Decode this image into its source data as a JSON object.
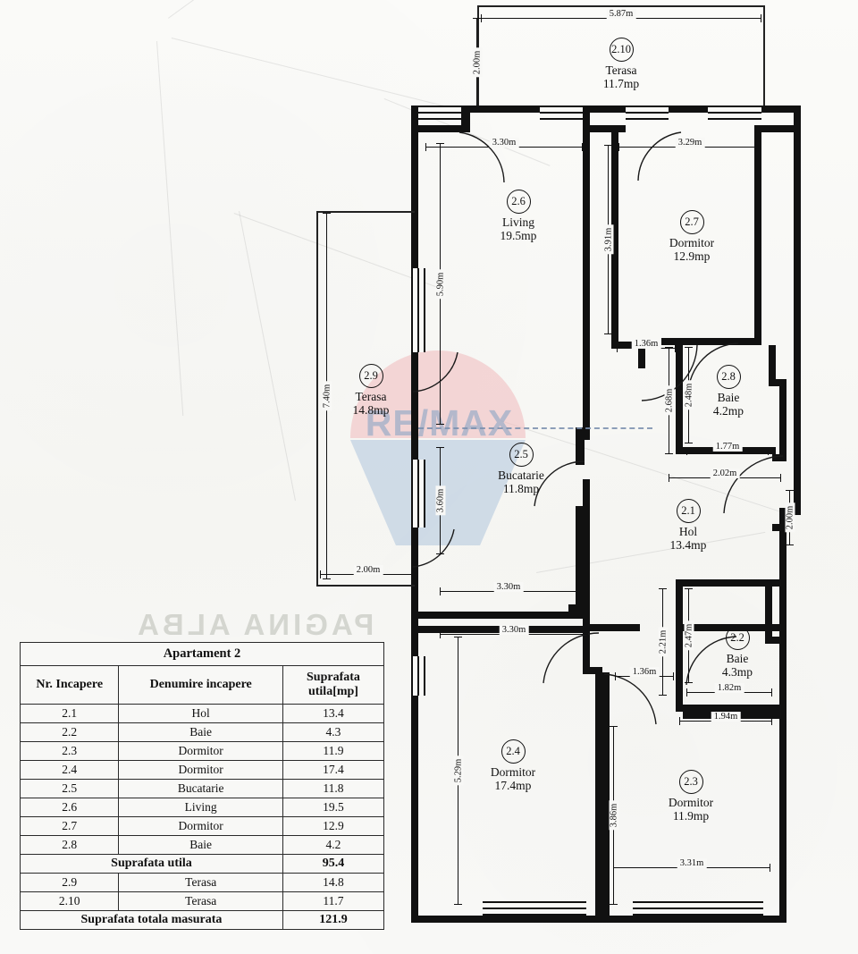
{
  "document": {
    "type": "floor-plan",
    "watermark_primary": "RE/MAX",
    "watermark_secondary": "PAGINA ALBA",
    "brand_colors": {
      "red": "#f0b9bc",
      "blue": "#aec4dd",
      "text": "#8fa7c6"
    }
  },
  "table": {
    "title": "Apartament 2",
    "headers": {
      "nr": "Nr. Incapere",
      "denumire": "Denumire incapere",
      "suprafata": "Suprafata utila[mp]",
      "suprafata_line1": "Suprafata",
      "suprafata_line2": "utila[mp]"
    },
    "rows": [
      {
        "nr": "2.1",
        "denumire": "Hol",
        "suprafata": "13.4"
      },
      {
        "nr": "2.2",
        "denumire": "Baie",
        "suprafata": "4.3"
      },
      {
        "nr": "2.3",
        "denumire": "Dormitor",
        "suprafata": "11.9"
      },
      {
        "nr": "2.4",
        "denumire": "Dormitor",
        "suprafata": "17.4"
      },
      {
        "nr": "2.5",
        "denumire": "Bucatarie",
        "suprafata": "11.8"
      },
      {
        "nr": "2.6",
        "denumire": "Living",
        "suprafata": "19.5"
      },
      {
        "nr": "2.7",
        "denumire": "Dormitor",
        "suprafata": "12.9"
      },
      {
        "nr": "2.8",
        "denumire": "Baie",
        "suprafata": "4.2"
      }
    ],
    "subtotal": {
      "label": "Suprafata utila",
      "value": "95.4"
    },
    "rows_after": [
      {
        "nr": "2.9",
        "denumire": "Terasa",
        "suprafata": "14.8"
      },
      {
        "nr": "2.10",
        "denumire": "Terasa",
        "suprafata": "11.7"
      }
    ],
    "total": {
      "label": "Suprafata totala masurata",
      "value": "121.9"
    }
  },
  "rooms": [
    {
      "id": "2.10",
      "name": "Terasa",
      "area": "11.7mp"
    },
    {
      "id": "2.6",
      "name": "Living",
      "area": "19.5mp"
    },
    {
      "id": "2.7",
      "name": "Dormitor",
      "area": "12.9mp"
    },
    {
      "id": "2.8",
      "name": "Baie",
      "area": "4.2mp"
    },
    {
      "id": "2.9",
      "name": "Terasa",
      "area": "14.8mp"
    },
    {
      "id": "2.5",
      "name": "Bucatarie",
      "area": "11.8mp"
    },
    {
      "id": "2.1",
      "name": "Hol",
      "area": "13.4mp"
    },
    {
      "id": "2.2",
      "name": "Baie",
      "area": "4.3mp"
    },
    {
      "id": "2.4",
      "name": "Dormitor",
      "area": "17.4mp"
    },
    {
      "id": "2.3",
      "name": "Dormitor",
      "area": "11.9mp"
    }
  ],
  "dimensions": {
    "terasa_10_width": "5.87m",
    "terasa_10_depth": "2.00m",
    "living_width": "3.30m",
    "living_depth": "5.90m",
    "dormitor_27_width": "3.29m",
    "dormitor_27_depth": "3.91m",
    "hall_offset_top": "1.36m",
    "baie_28_depth_outer": "2.68m",
    "baie_28_depth_inner": "2.48m",
    "baie_28_width": "1.77m",
    "baie_28_outer_width": "2.02m",
    "entry_door": "2.00m",
    "terasa_9_depth": "7.40m",
    "terasa_9_width": "2.00m",
    "bucatarie_depth": "3.60m",
    "bucatarie_width": "3.30m",
    "dormitor_24_top": "3.30m",
    "dormitor_24_depth": "5.29m",
    "hall_offset_bottom": "1.36m",
    "baie_22_depth_outer": "2.21m",
    "baie_22_depth_inner": "2.47m",
    "baie_22_width": "1.82m",
    "dormitor_23_top": "1.94m",
    "dormitor_23_depth": "3.86m",
    "dormitor_23_width": "3.31m"
  }
}
